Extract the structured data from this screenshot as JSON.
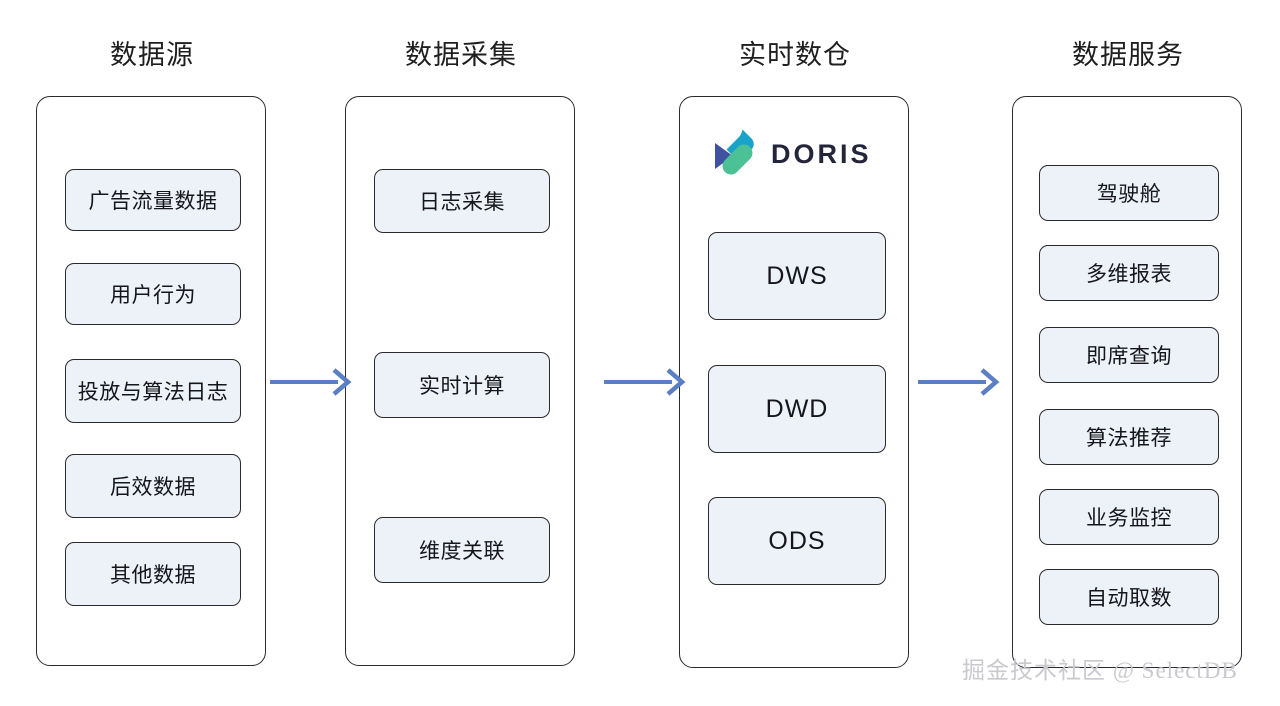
{
  "diagram": {
    "type": "flow",
    "background": "#ffffff",
    "colors": {
      "node_fill": "#edf1f8",
      "node_border": "#2b2b2f",
      "container_fill": "#ffffff",
      "container_border": "#2b2b2f",
      "arrow": "#5b7fc4",
      "title_text": "#1f1f1f",
      "watermark": "#c9c9cf",
      "doris_navy": "#3f51a0",
      "doris_teal": "#1aa3c8",
      "doris_green": "#4cc196",
      "doris_wordmark": "#23263a"
    },
    "columns": [
      {
        "title": "数据源",
        "nodes": [
          {
            "label": "广告流量数据",
            "script": "cjk"
          },
          {
            "label": "用户行为",
            "script": "cjk"
          },
          {
            "label": "投放与算法日志",
            "script": "cjk"
          },
          {
            "label": "后效数据",
            "script": "cjk"
          },
          {
            "label": "其他数据",
            "script": "cjk"
          }
        ]
      },
      {
        "title": "数据采集",
        "nodes": [
          {
            "label": "日志采集",
            "script": "cjk"
          },
          {
            "label": "实时计算",
            "script": "cjk"
          },
          {
            "label": "维度关联",
            "script": "cjk"
          }
        ]
      },
      {
        "title": "实时数仓",
        "logo": {
          "name": "doris-logo",
          "wordmark": "DORIS"
        },
        "nodes": [
          {
            "label": "DWS",
            "script": "latin"
          },
          {
            "label": "DWD",
            "script": "latin"
          },
          {
            "label": "ODS",
            "script": "latin"
          }
        ]
      },
      {
        "title": "数据服务",
        "nodes": [
          {
            "label": "驾驶舱",
            "script": "cjk"
          },
          {
            "label": "多维报表",
            "script": "cjk"
          },
          {
            "label": "即席查询",
            "script": "cjk"
          },
          {
            "label": "算法推荐",
            "script": "cjk"
          },
          {
            "label": "业务监控",
            "script": "cjk"
          },
          {
            "label": "自动取数",
            "script": "cjk"
          }
        ]
      }
    ],
    "arrows": [
      {
        "name": "arrow-source-to-collect",
        "direction": "right"
      },
      {
        "name": "arrow-collect-to-warehouse",
        "direction": "right"
      },
      {
        "name": "arrow-warehouse-to-service",
        "direction": "right"
      }
    ],
    "watermark": "掘金技术社区 @ SelectDB"
  }
}
